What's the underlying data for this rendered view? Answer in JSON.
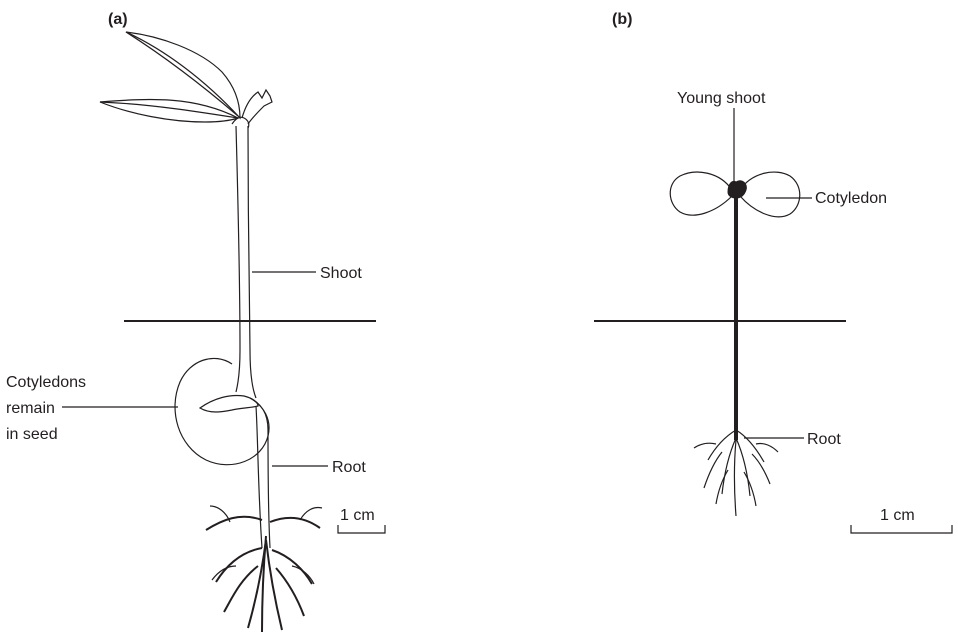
{
  "panels": [
    {
      "id": "a",
      "panel_label": "(a)",
      "labels": {
        "shoot": "Shoot",
        "cotyledons_line1": "Cotyledons",
        "cotyledons_line2": "remain",
        "cotyledons_line3": "in seed",
        "root": "Root"
      },
      "scale_bar": "1 cm"
    },
    {
      "id": "b",
      "panel_label": "(b)",
      "labels": {
        "young_shoot": "Young shoot",
        "cotyledon": "Cotyledon",
        "root": "Root"
      },
      "scale_bar": "1 cm"
    }
  ]
}
